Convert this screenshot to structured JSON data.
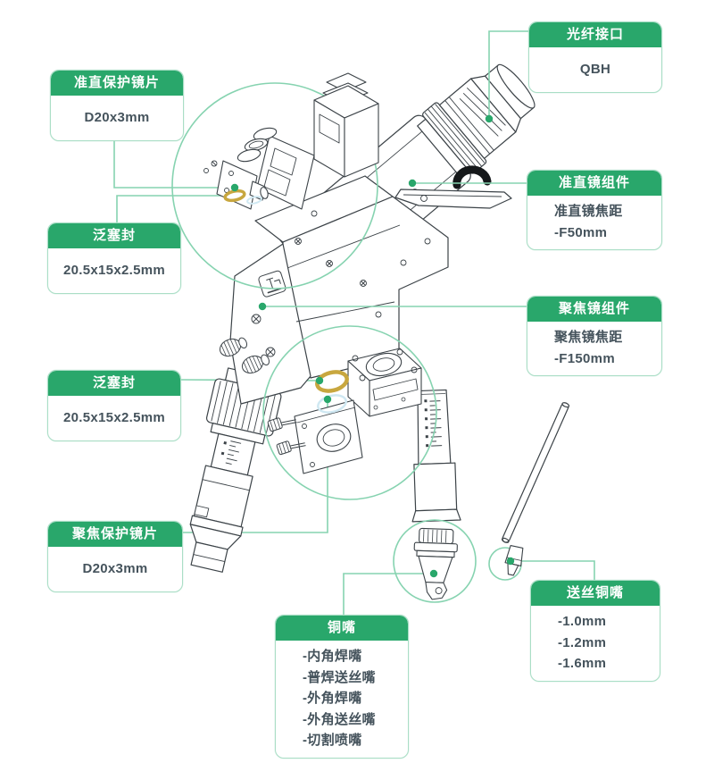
{
  "colors": {
    "accent_green": "#29a76b",
    "box_border": "#aadec6",
    "leader_line": "#86d3b0",
    "line_art": "#3c4348",
    "oring_yellow": "#c8a73f",
    "lens_blue": "#cfe8f2",
    "text_dark": "#45535c"
  },
  "callouts": {
    "fiber": {
      "title": "光纤接口",
      "lines": [
        "QBH"
      ]
    },
    "collimator_lens": {
      "title": "准直保护镜片",
      "lines": [
        "D20x3mm"
      ]
    },
    "collimator_assembly": {
      "title": "准直镜组件",
      "lines": [
        "准直镜焦距",
        "-F50mm"
      ]
    },
    "seal_top": {
      "title": "泛塞封",
      "lines": [
        "20.5x15x2.5mm"
      ]
    },
    "focus_assembly": {
      "title": "聚焦镜组件",
      "lines": [
        "聚焦镜焦距",
        "-F150mm"
      ]
    },
    "seal_bottom": {
      "title": "泛塞封",
      "lines": [
        "20.5x15x2.5mm"
      ]
    },
    "focus_lens": {
      "title": "聚焦保护镜片",
      "lines": [
        "D20x3mm"
      ]
    },
    "nozzle": {
      "title": "铜嘴",
      "lines": [
        "-内角焊嘴",
        "-普焊送丝嘴",
        "-外角焊嘴",
        "-外角送丝嘴",
        "-切割喷嘴"
      ]
    },
    "wire_nozzle": {
      "title": "送丝铜嘴",
      "lines": [
        "-1.0mm",
        "-1.2mm",
        "-1.6mm"
      ]
    }
  }
}
